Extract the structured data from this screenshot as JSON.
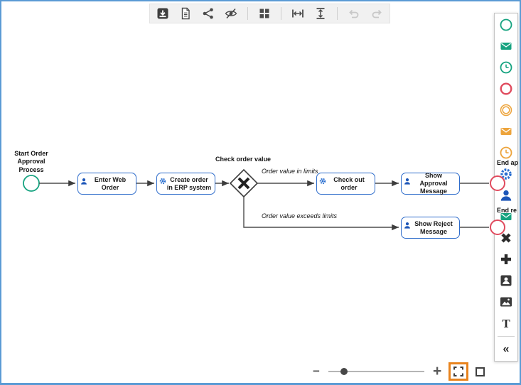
{
  "toolbar": {
    "icons": [
      "download-icon",
      "document-icon",
      "share-icon",
      "hide-icon",
      "grid-icon",
      "fit-width-icon",
      "fit-height-icon",
      "undo-icon",
      "redo-icon"
    ],
    "disabled_icons": [
      "undo-icon",
      "redo-icon"
    ]
  },
  "palette": {
    "items": [
      "start-event-icon",
      "message-start-event-icon",
      "timer-start-event-icon",
      "end-event-icon",
      "intermediate-event-icon",
      "intermediate-message-event-icon",
      "intermediate-timer-event-icon",
      "service-task-icon",
      "user-task-icon",
      "receive-task-icon",
      "exclusive-gateway-icon",
      "parallel-gateway-icon",
      "participant-icon",
      "image-icon",
      "text-annotation-icon",
      "collapse-palette-icon"
    ],
    "text_tool_glyph": "T",
    "collapse_glyph": "«"
  },
  "diagram": {
    "start_event_label": [
      "Start Order",
      "Approval Process"
    ],
    "tasks": [
      {
        "label": "Enter Web Order",
        "icon": "user-icon"
      },
      {
        "label": "Create order in ERP system",
        "icon": "gear-icon"
      },
      {
        "label": "Check out order",
        "icon": "gear-icon"
      },
      {
        "label": "Show Approval Message",
        "icon": "user-icon"
      },
      {
        "label": "Show Reject Message",
        "icon": "user-icon"
      }
    ],
    "gateway_label": "Check order value",
    "flow_labels": {
      "in_limits": "Order value in limits",
      "exceeds_limits": "Order value exceeds limits"
    },
    "end_event_labels": [
      "End ap",
      "End re"
    ]
  },
  "zoom": {
    "minus_glyph": "−",
    "plus_glyph": "+"
  },
  "colors": {
    "green": "#16a380",
    "red": "#e04b5e",
    "orange": "#eda43c",
    "blue": "#2a6fd0",
    "dark_blue": "#1d56b8",
    "task_border": "#2e6ccb",
    "connector": "#4d4d4d",
    "highlight": "#e8831d",
    "window_border": "#5b9bd5"
  }
}
